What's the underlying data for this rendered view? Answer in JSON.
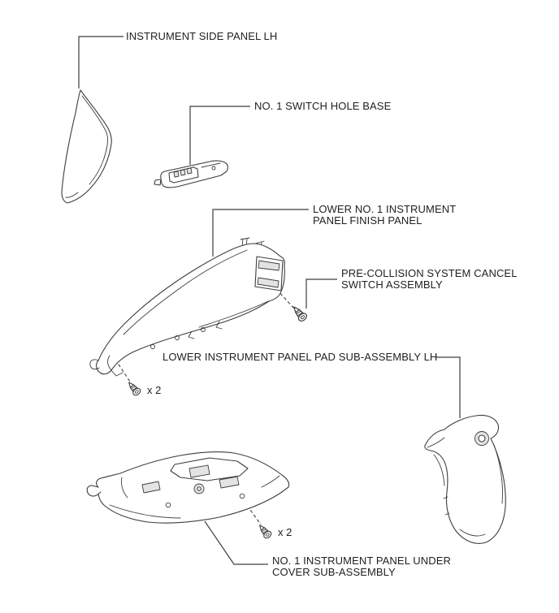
{
  "page": {
    "colors": {
      "background": "#ffffff",
      "line": "#3d3d3d",
      "text": "#1f1f1f"
    }
  },
  "labels": {
    "side_panel": {
      "lines": [
        "INSTRUMENT SIDE PANEL LH"
      ]
    },
    "switch_hole_base": {
      "lines": [
        "NO. 1 SWITCH HOLE BASE"
      ]
    },
    "finish_panel": {
      "lines": [
        "LOWER NO. 1 INSTRUMENT",
        "PANEL FINISH PANEL"
      ]
    },
    "pre_collision_switch": {
      "lines": [
        "PRE-COLLISION SYSTEM CANCEL",
        "SWITCH ASSEMBLY"
      ]
    },
    "pad_sub_assembly": {
      "lines": [
        "LOWER INSTRUMENT PANEL PAD SUB-ASSEMBLY LH"
      ]
    },
    "under_cover": {
      "lines": [
        "NO. 1 INSTRUMENT PANEL UNDER",
        "COVER SUB-ASSEMBLY"
      ]
    }
  },
  "annotations": {
    "finish_panel_screw_count": "x 2",
    "under_cover_screw_count": "x 2"
  }
}
